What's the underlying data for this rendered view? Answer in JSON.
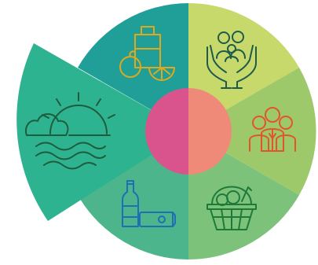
{
  "segments": [
    {
      "id": "nutrition",
      "icon": "fruit-juice-icon",
      "color": "#1f9f97",
      "icon_color": "#e0a81d"
    },
    {
      "id": "family-care",
      "icon": "family-hands-icon",
      "color": "#c7d96a",
      "icon_color": "#1e5b4c"
    },
    {
      "id": "community",
      "icon": "group-of-people-icon",
      "color": "#9dc96a",
      "icon_color": "#e2552a"
    },
    {
      "id": "food-basket",
      "icon": "food-basket-icon",
      "color": "#7dc27a",
      "icon_color": "#1f7a3a"
    },
    {
      "id": "recycling",
      "icon": "bottle-and-can-icon",
      "color": "#4db58b",
      "icon_color": "#1f6fb5"
    },
    {
      "id": "environment",
      "icon": "sun-cloud-waves-icon",
      "color": "#2db38f",
      "icon_color": "#1f5c3c",
      "highlighted": true
    }
  ],
  "hub": {
    "left_color": "#d9548c",
    "right_color": "#ef8a78"
  }
}
